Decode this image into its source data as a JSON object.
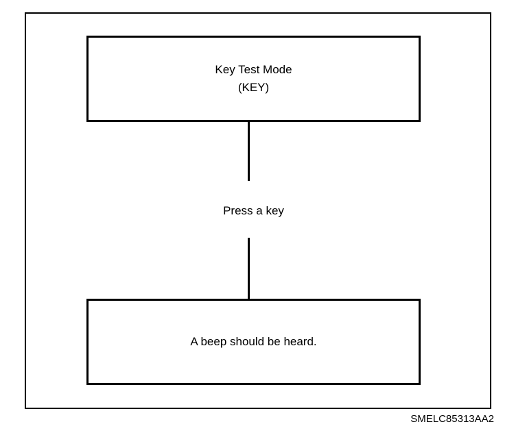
{
  "diagram": {
    "top_box": {
      "line1": "Key Test Mode",
      "line2": "(KEY)"
    },
    "step": "Press a key",
    "bottom_box": {
      "text": "A beep should be heard."
    },
    "figure_id": "SMELC85313AA2"
  },
  "colors": {
    "line": "#000000",
    "background": "#ffffff"
  }
}
